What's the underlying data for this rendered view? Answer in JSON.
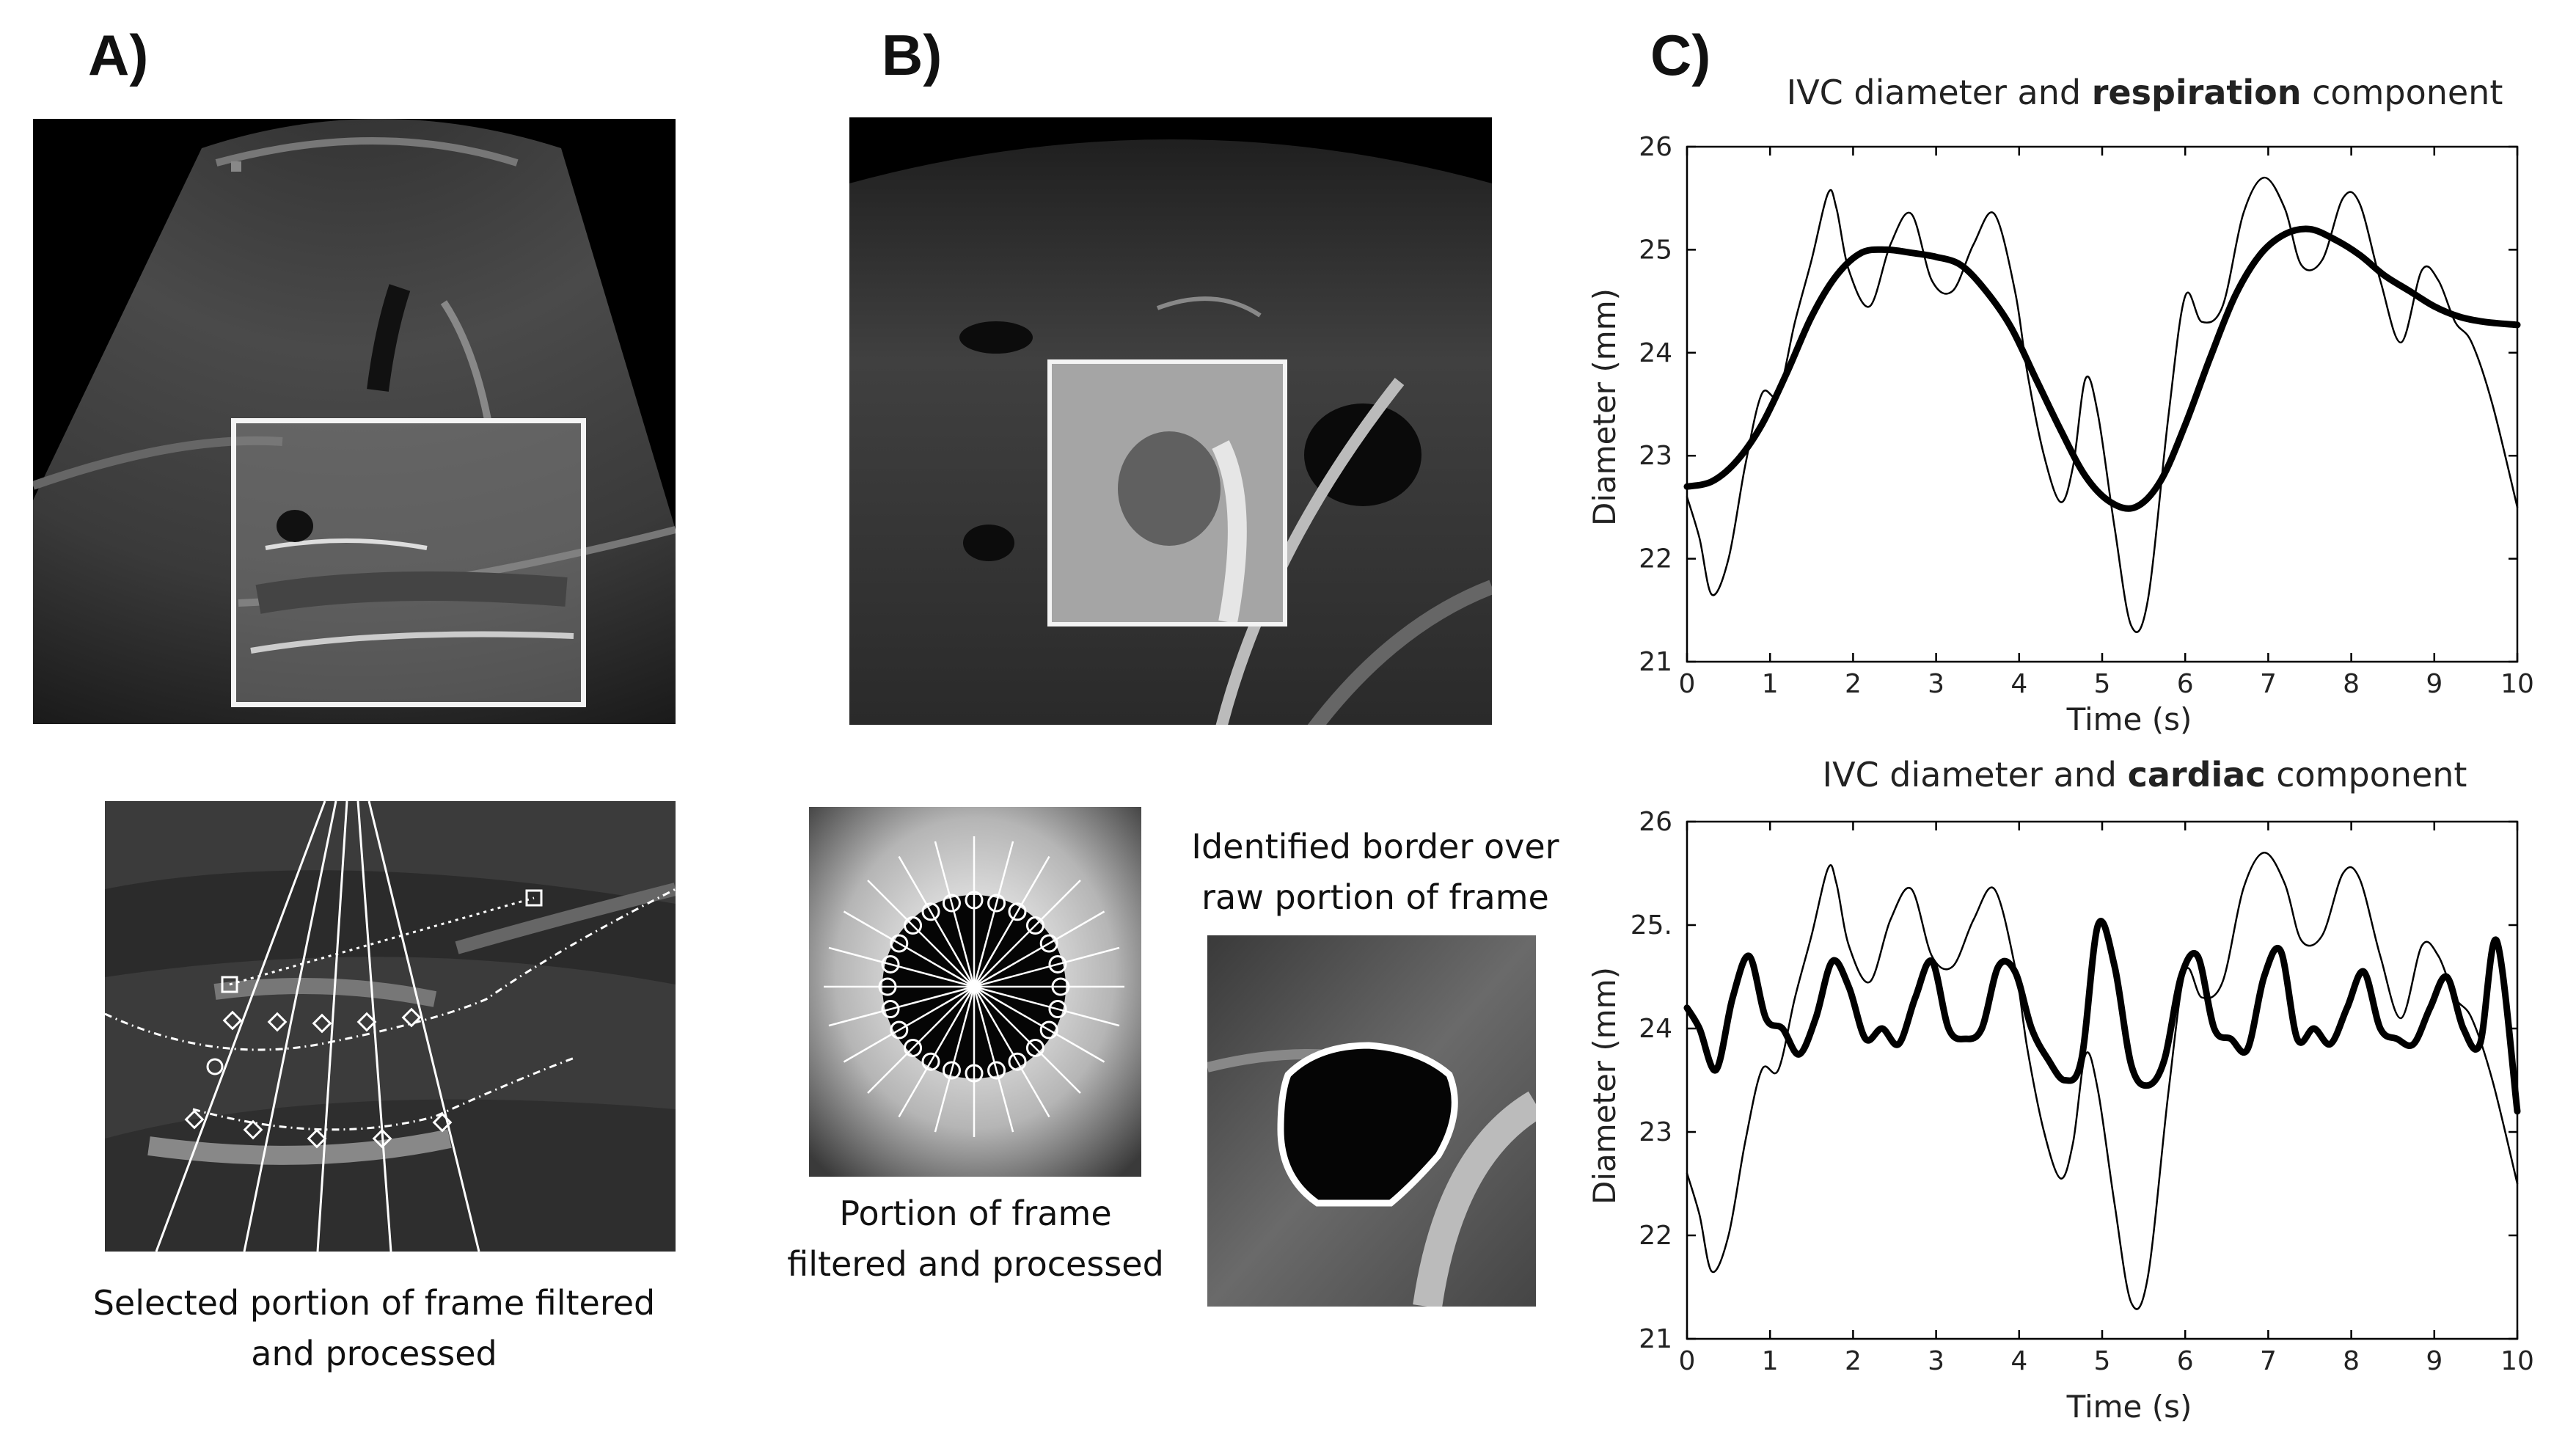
{
  "panels": {
    "a": {
      "letter": "A)",
      "caption_line1": "Selected portion of frame filtered",
      "caption_line2": "and processed"
    },
    "b": {
      "letter": "B)",
      "caption_left_line1": "Portion of frame",
      "caption_left_line2": "filtered and processed",
      "caption_right_line1": "Identified border over",
      "caption_right_line2": "raw portion of frame"
    },
    "c": {
      "letter": "C)"
    }
  },
  "chart_data": [
    {
      "type": "line",
      "title_plain_1": "IVC diameter and",
      "title_bold": "respiration",
      "title_plain_2": "component",
      "xlabel": "Time (s)",
      "ylabel": "Diameter (mm)",
      "xlim": [
        0,
        10
      ],
      "ylim": [
        21,
        26
      ],
      "xticks": [
        "0",
        "1",
        "2",
        "3",
        "4",
        "5",
        "6",
        "7",
        "8",
        "9",
        "10"
      ],
      "yticks": [
        "21",
        "22",
        "23",
        "24",
        "25",
        "26"
      ],
      "grid": false,
      "series": [
        {
          "style": "thin",
          "color": "#000000",
          "x": [
            0,
            0.15,
            0.3,
            0.5,
            0.7,
            0.9,
            1.1,
            1.3,
            1.5,
            1.7,
            1.8,
            1.95,
            2.2,
            2.45,
            2.7,
            2.95,
            3.2,
            3.45,
            3.7,
            3.95,
            4.1,
            4.3,
            4.5,
            4.65,
            4.8,
            4.95,
            5.15,
            5.35,
            5.55,
            5.8,
            6.0,
            6.2,
            6.45,
            6.7,
            6.95,
            7.2,
            7.4,
            7.65,
            7.9,
            8.1,
            8.35,
            8.6,
            8.85,
            9.05,
            9.25,
            9.45,
            9.7,
            10.0
          ],
          "y": [
            22.6,
            22.2,
            21.65,
            22.0,
            22.9,
            23.6,
            23.6,
            24.3,
            24.9,
            25.55,
            25.4,
            24.8,
            24.45,
            25.05,
            25.35,
            24.7,
            24.6,
            25.05,
            25.35,
            24.6,
            23.8,
            23.0,
            22.55,
            22.9,
            23.75,
            23.4,
            22.3,
            21.35,
            21.6,
            23.4,
            24.55,
            24.3,
            24.45,
            25.35,
            25.7,
            25.4,
            24.85,
            24.9,
            25.5,
            25.45,
            24.7,
            24.1,
            24.8,
            24.7,
            24.3,
            24.1,
            23.5,
            22.5
          ]
        },
        {
          "style": "thick",
          "color": "#000000",
          "x": [
            0,
            0.3,
            0.6,
            0.9,
            1.2,
            1.5,
            1.8,
            2.1,
            2.4,
            2.7,
            3.0,
            3.3,
            3.6,
            3.9,
            4.2,
            4.5,
            4.8,
            5.1,
            5.4,
            5.7,
            6.0,
            6.3,
            6.6,
            6.9,
            7.2,
            7.5,
            7.8,
            8.1,
            8.4,
            8.7,
            9.0,
            9.3,
            9.6,
            10.0
          ],
          "y": [
            22.7,
            22.75,
            22.95,
            23.3,
            23.8,
            24.35,
            24.75,
            24.97,
            25.0,
            24.97,
            24.93,
            24.85,
            24.6,
            24.25,
            23.75,
            23.25,
            22.8,
            22.55,
            22.5,
            22.75,
            23.3,
            23.95,
            24.55,
            24.95,
            25.15,
            25.2,
            25.1,
            24.95,
            24.75,
            24.6,
            24.45,
            24.35,
            24.3,
            24.27
          ]
        }
      ]
    },
    {
      "type": "line",
      "title_plain_1": "IVC diameter and",
      "title_bold": "cardiac",
      "title_plain_2": "component",
      "xlabel": "Time (s)",
      "ylabel": "Diameter (mm)",
      "xlim": [
        0,
        10
      ],
      "ylim": [
        21,
        26
      ],
      "xticks": [
        "0",
        "1",
        "2",
        "3",
        "4",
        "5",
        "6",
        "7",
        "8",
        "9",
        "10"
      ],
      "yticks": [
        "21",
        "22",
        "23",
        "24",
        "25.",
        "26"
      ],
      "grid": false,
      "series": [
        {
          "style": "thin",
          "color": "#000000",
          "x": [
            0,
            0.15,
            0.3,
            0.5,
            0.7,
            0.9,
            1.1,
            1.3,
            1.5,
            1.7,
            1.8,
            1.95,
            2.2,
            2.45,
            2.7,
            2.95,
            3.2,
            3.45,
            3.7,
            3.95,
            4.1,
            4.3,
            4.5,
            4.65,
            4.8,
            4.95,
            5.15,
            5.35,
            5.55,
            5.8,
            6.0,
            6.2,
            6.45,
            6.7,
            6.95,
            7.2,
            7.4,
            7.65,
            7.9,
            8.1,
            8.35,
            8.6,
            8.85,
            9.05,
            9.25,
            9.45,
            9.7,
            10.0
          ],
          "y": [
            22.6,
            22.2,
            21.65,
            22.0,
            22.9,
            23.6,
            23.6,
            24.3,
            24.9,
            25.55,
            25.4,
            24.8,
            24.45,
            25.05,
            25.35,
            24.7,
            24.6,
            25.05,
            25.35,
            24.6,
            23.8,
            23.0,
            22.55,
            22.9,
            23.75,
            23.4,
            22.3,
            21.35,
            21.6,
            23.4,
            24.55,
            24.3,
            24.45,
            25.35,
            25.7,
            25.4,
            24.85,
            24.9,
            25.5,
            25.45,
            24.7,
            24.1,
            24.8,
            24.7,
            24.3,
            24.1,
            23.5,
            22.5
          ]
        },
        {
          "style": "thick",
          "color": "#000000",
          "x": [
            0,
            0.15,
            0.35,
            0.55,
            0.75,
            0.95,
            1.15,
            1.35,
            1.55,
            1.75,
            1.95,
            2.15,
            2.35,
            2.55,
            2.75,
            2.95,
            3.15,
            3.35,
            3.55,
            3.75,
            3.95,
            4.15,
            4.35,
            4.55,
            4.75,
            4.95,
            5.15,
            5.35,
            5.55,
            5.75,
            5.95,
            6.15,
            6.35,
            6.55,
            6.75,
            6.95,
            7.15,
            7.35,
            7.55,
            7.75,
            7.95,
            8.15,
            8.35,
            8.55,
            8.75,
            8.95,
            9.15,
            9.35,
            9.55,
            9.75,
            10.0
          ],
          "y": [
            24.2,
            24.0,
            23.6,
            24.3,
            24.7,
            24.1,
            24.0,
            23.75,
            24.1,
            24.65,
            24.4,
            23.9,
            24.0,
            23.85,
            24.3,
            24.65,
            24.0,
            23.9,
            24.0,
            24.6,
            24.55,
            24.0,
            23.7,
            23.5,
            23.7,
            25.0,
            24.6,
            23.65,
            23.45,
            23.7,
            24.5,
            24.7,
            24.0,
            23.9,
            23.8,
            24.5,
            24.75,
            23.9,
            24.0,
            23.85,
            24.2,
            24.55,
            24.0,
            23.9,
            23.85,
            24.2,
            24.5,
            24.0,
            23.85,
            24.85,
            23.2
          ]
        }
      ]
    }
  ]
}
